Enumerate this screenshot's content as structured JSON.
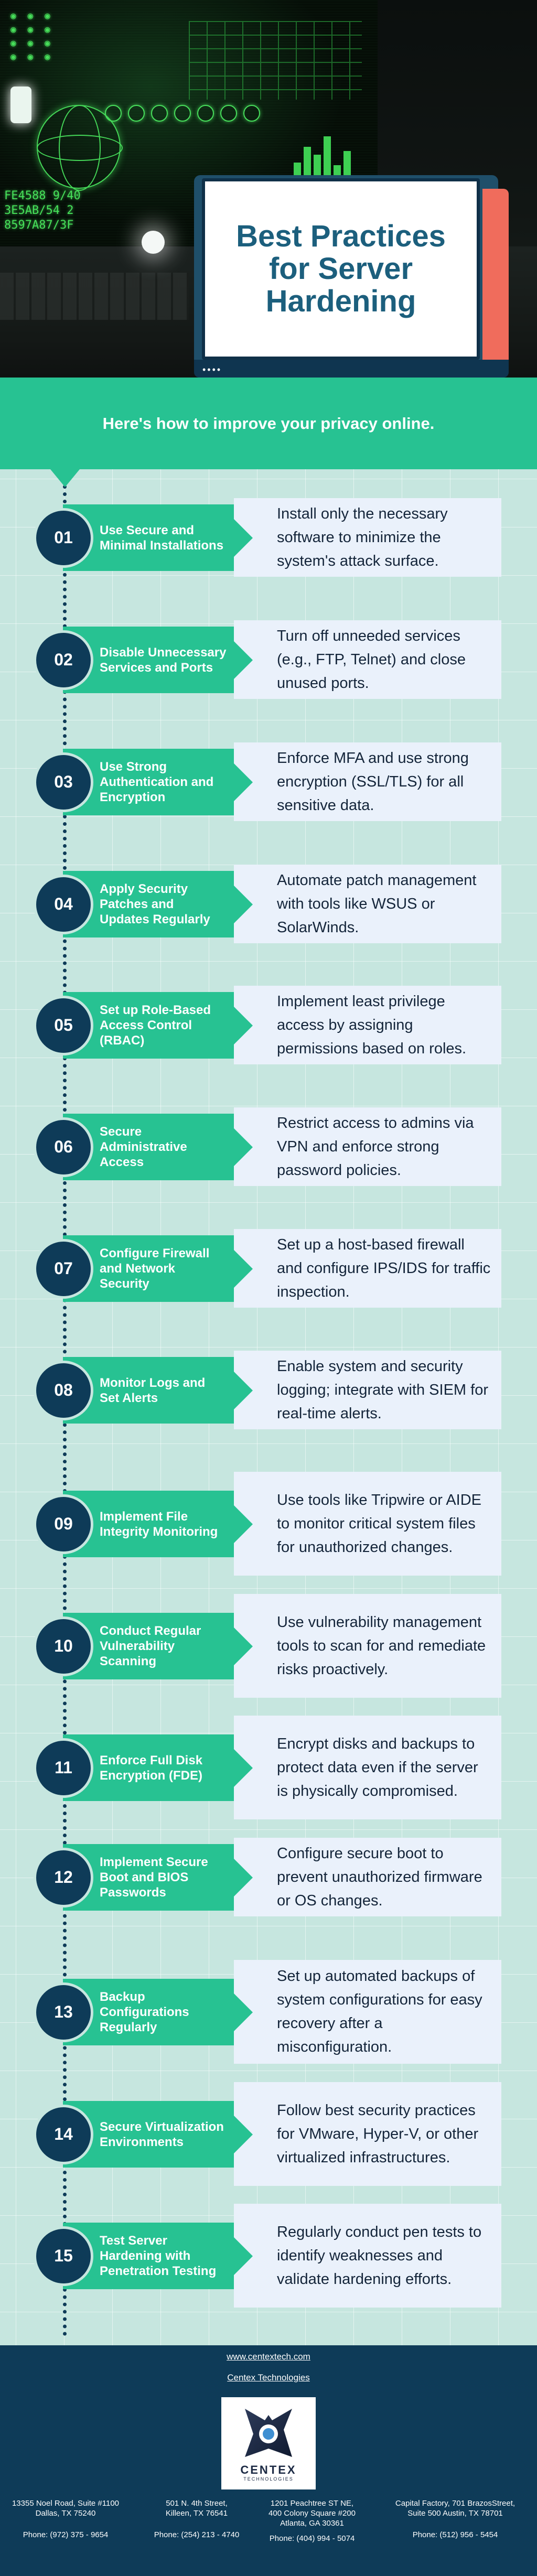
{
  "hero": {
    "title": "Best Practices\nfor Server\nHardening",
    "screen_code_left": "◉  ◉  ◉\n◉  ◉  ◉\n◉  ◉  ◉\n◉  ◉  ◉",
    "screen_code_bottom": "FE4588 9/40\n3E5AB/54 2\n8597A87/3F",
    "laptop_dots": "••••"
  },
  "banner": {
    "text": "Here's how to improve your privacy online."
  },
  "steps": [
    {
      "num": "01",
      "title": "Use Secure and Minimal Installations",
      "desc": "Install only the necessary software to minimize the system's attack surface."
    },
    {
      "num": "02",
      "title": "Disable Unnecessary Services and Ports",
      "desc": "Turn off unneeded services (e.g., FTP, Telnet) and close unused ports."
    },
    {
      "num": "03",
      "title": "Use Strong Authentication and Encryption",
      "desc": "Enforce MFA and use strong encryption (SSL/TLS) for all sensitive data."
    },
    {
      "num": "04",
      "title": "Apply Security Patches and Updates Regularly",
      "desc": "Automate patch management with tools like WSUS or SolarWinds."
    },
    {
      "num": "05",
      "title": "Set up Role-Based Access Control (RBAC)",
      "desc": "Implement least privilege access by assigning permissions based on roles."
    },
    {
      "num": "06",
      "title": "Secure Administrative Access",
      "desc": "Restrict access to admins via VPN and enforce strong password policies."
    },
    {
      "num": "07",
      "title": "Configure Firewall and Network Security",
      "desc": "Set up a host-based firewall and configure IPS/IDS for traffic inspection."
    },
    {
      "num": "08",
      "title": "Monitor Logs and Set Alerts",
      "desc": "Enable system and security logging; integrate with SIEM for real-time alerts."
    },
    {
      "num": "09",
      "title": "Implement File Integrity Monitoring",
      "desc": "Use tools like Tripwire or AIDE to monitor critical system files for unauthorized changes."
    },
    {
      "num": "10",
      "title": "Conduct Regular Vulnerability Scanning",
      "desc": "Use vulnerability management tools to scan for and remediate risks proactively."
    },
    {
      "num": "11",
      "title": "Enforce Full Disk Encryption (FDE)",
      "desc": "Encrypt disks and backups to protect data even if the server is physically compromised."
    },
    {
      "num": "12",
      "title": "Implement Secure Boot and BIOS Passwords",
      "desc": "Configure secure boot to prevent unauthorized firmware or OS changes."
    },
    {
      "num": "13",
      "title": "Backup Configurations Regularly",
      "desc": "Set up automated backups of system configurations for easy recovery after a misconfiguration."
    },
    {
      "num": "14",
      "title": "Secure Virtualization Environments",
      "desc": "Follow best security practices for VMware, Hyper-V, or other virtualized infrastructures."
    },
    {
      "num": "15",
      "title": "Test Server Hardening with Penetration Testing",
      "desc": "Regularly conduct pen tests to identify weaknesses and validate hardening efforts."
    }
  ],
  "footer": {
    "website": "www.centextech.com",
    "company": "Centex Technologies",
    "logo_name": "CENTEX",
    "logo_sub": "TECHNOLOGIES",
    "offices": [
      {
        "address": "13355 Noel Road, Suite #1100\nDallas, TX 75240",
        "phone": "Phone: (972) 375 - 9654"
      },
      {
        "address": "501 N. 4th Street,\nKilleen, TX 76541",
        "phone": "Phone: (254) 213 - 4740"
      },
      {
        "address": "1201 Peachtree ST NE,\n400 Colony Square #200\nAtlanta, GA 30361",
        "phone": "Phone: (404) 994 - 5074"
      },
      {
        "address": "Capital Factory, 701 BrazosStreet,\nSuite 500 Austin, TX 78701",
        "phone": "Phone: (512) 956 - 5454"
      }
    ]
  },
  "colors": {
    "teal": "#27c292",
    "navy": "#0e3b58",
    "grid_bg": "#c6e6df",
    "card_bg": "#eaf1fb",
    "title_blue": "#1c5f7d",
    "accent_red": "#f06c5c"
  }
}
